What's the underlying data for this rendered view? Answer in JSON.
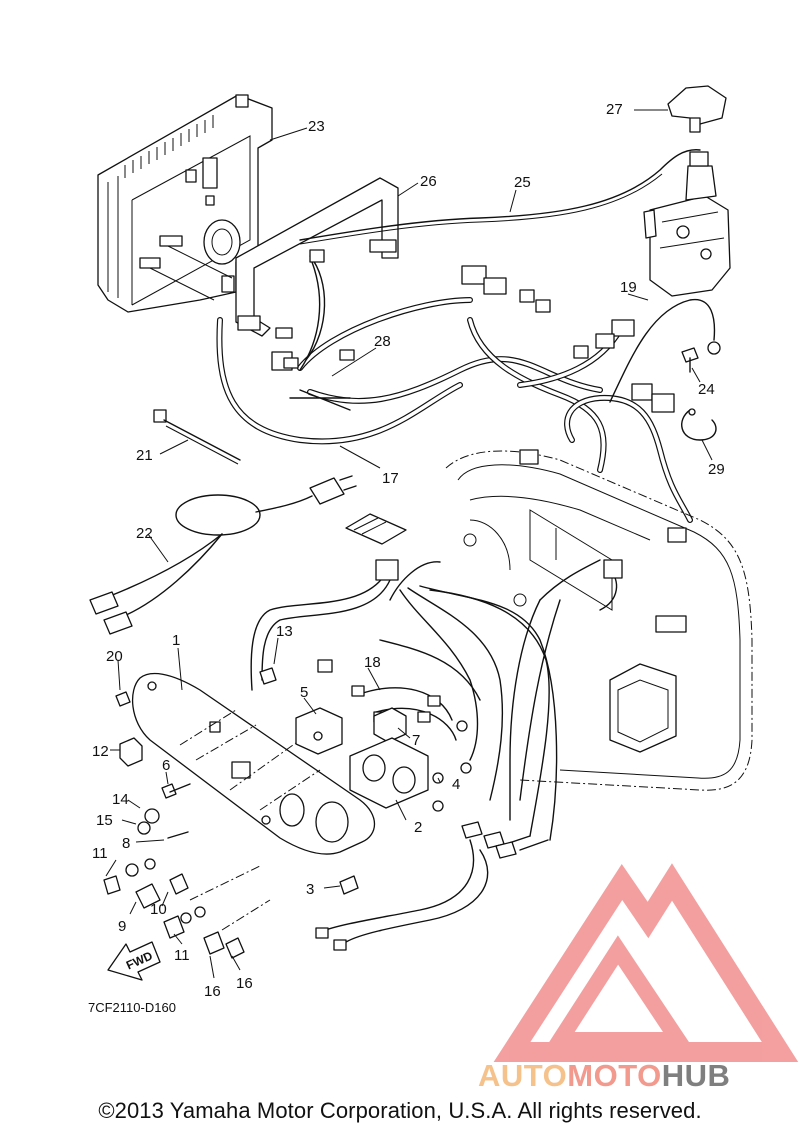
{
  "diagram": {
    "callouts": [
      {
        "id": "1",
        "label": "1"
      },
      {
        "id": "2",
        "label": "2"
      },
      {
        "id": "3",
        "label": "3"
      },
      {
        "id": "4",
        "label": "4"
      },
      {
        "id": "5",
        "label": "5"
      },
      {
        "id": "6",
        "label": "6"
      },
      {
        "id": "7",
        "label": "7"
      },
      {
        "id": "8",
        "label": "8"
      },
      {
        "id": "9",
        "label": "9"
      },
      {
        "id": "10",
        "label": "10"
      },
      {
        "id": "11a",
        "label": "11"
      },
      {
        "id": "11b",
        "label": "11"
      },
      {
        "id": "12",
        "label": "12"
      },
      {
        "id": "13",
        "label": "13"
      },
      {
        "id": "14",
        "label": "14"
      },
      {
        "id": "15",
        "label": "15"
      },
      {
        "id": "16a",
        "label": "16"
      },
      {
        "id": "16b",
        "label": "16"
      },
      {
        "id": "17",
        "label": "17"
      },
      {
        "id": "18",
        "label": "18"
      },
      {
        "id": "19",
        "label": "19"
      },
      {
        "id": "20",
        "label": "20"
      },
      {
        "id": "21",
        "label": "21"
      },
      {
        "id": "22",
        "label": "22"
      },
      {
        "id": "23",
        "label": "23"
      },
      {
        "id": "24",
        "label": "24"
      },
      {
        "id": "25",
        "label": "25"
      },
      {
        "id": "26",
        "label": "26"
      },
      {
        "id": "27",
        "label": "27"
      },
      {
        "id": "28",
        "label": "28"
      },
      {
        "id": "29",
        "label": "29"
      }
    ],
    "direction_arrow": "FWD",
    "diagram_code": "7CF2110-D160"
  },
  "watermark": {
    "parts": [
      {
        "text": "AUTO",
        "color": "#F5C28C"
      },
      {
        "text": "MOTO",
        "color": "#F29A8E"
      },
      {
        "text": "HUB",
        "color": "#7F7F7F"
      }
    ],
    "logo_color": "#F08080"
  },
  "footer": {
    "copyright": "©2013 Yamaha Motor Corporation, U.S.A. All rights reserved."
  }
}
